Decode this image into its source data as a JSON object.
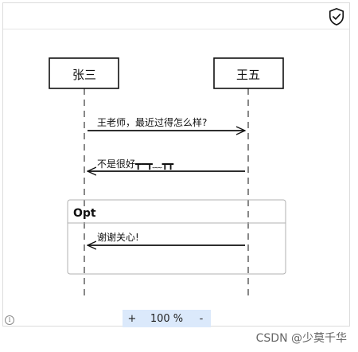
{
  "participants": [
    {
      "id": "p1",
      "label": "张三"
    },
    {
      "id": "p2",
      "label": "王五"
    }
  ],
  "messages": [
    {
      "from": "p1",
      "to": "p2",
      "label": "王老师，最近过得怎么样?"
    },
    {
      "from": "p2",
      "to": "p1",
      "label": "不是很好┳━┳﹏┳┳"
    },
    {
      "from": "p2",
      "to": "p1",
      "label": "谢谢关心!"
    }
  ],
  "fragment": {
    "label": "Opt"
  },
  "zoom": {
    "plus": "+",
    "value": "100 %",
    "minus": "-"
  },
  "info": {
    "glyph": "i"
  },
  "watermark": "CSDN @少莫千华",
  "icons": {
    "shield": "shield-check-icon"
  },
  "colors": {
    "line": "#111111",
    "fragment_border": "#b0b0b0",
    "zoom_bg": "#dbe9fb"
  }
}
